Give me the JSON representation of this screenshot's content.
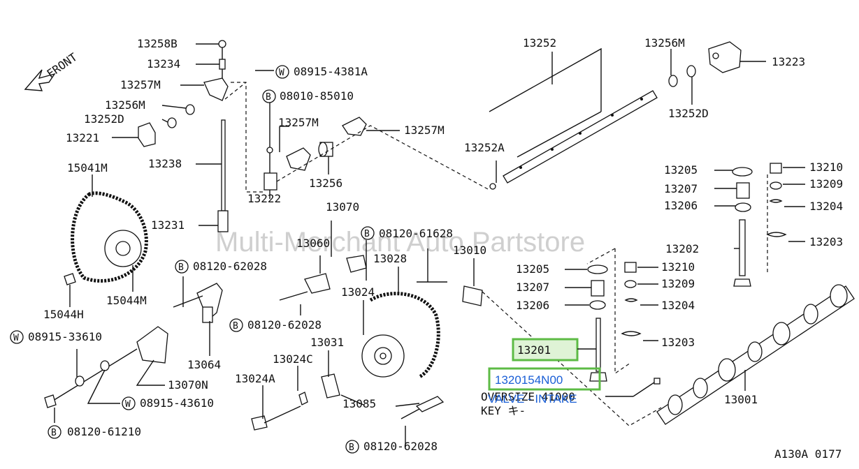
{
  "watermark": "Multi-Merchant Auto Partstore",
  "front_label": "FRONT",
  "footer_code": "A130A 0177",
  "callouts": {
    "13258B": "13258B",
    "13234": "13234",
    "13257M_a": "13257M",
    "13256M_a": "13256M",
    "13252D_a": "13252D",
    "13221": "13221",
    "13238": "13238",
    "15041M": "15041M",
    "13231": "13231",
    "15044H": "15044H",
    "15044M": "15044M",
    "W08915_4381A": "08915-4381A",
    "B08010_85010": "08010-85010",
    "13257M_b": "13257M",
    "13257M_c": "13257M",
    "13256": "13256",
    "13222": "13222",
    "13252": "13252",
    "13252A": "13252A",
    "13256M_b": "13256M",
    "13223": "13223",
    "13252D_b": "13252D",
    "13070": "13070",
    "13060": "13060",
    "B08120_61628": "08120-61628",
    "13010": "13010",
    "13028": "13028",
    "13024": "13024",
    "B08120_62028_a": "08120-62028",
    "B08120_62028_b": "08120-62028",
    "13064": "13064",
    "W08915_33610": "08915-33610",
    "13070N": "13070N",
    "13024C": "13024C",
    "13031": "13031",
    "13024A": "13024A",
    "W08915_43610": "08915-43610",
    "B08120_61210": "08120-61210",
    "13085": "13085",
    "B08120_62028_c": "08120-62028",
    "13205_a": "13205",
    "13207_a": "13207",
    "13206_a": "13206",
    "13210_a": "13210",
    "13209_a": "13209",
    "13204_a": "13204",
    "13203_a": "13203",
    "13202": "13202",
    "13205_b": "13205",
    "13207_b": "13207",
    "13206_b": "13206",
    "13210_b": "13210",
    "13209_b": "13209",
    "13204_b": "13204",
    "13203_b": "13203",
    "13201": "13201",
    "13001": "13001"
  },
  "circle_letters": {
    "W": "W",
    "B": "B"
  },
  "highlight": {
    "ref": "13201",
    "part_number": "1320154N00",
    "description": "VALVE - INTAKE",
    "overlap_line1": "OVERSIZE 41000",
    "overlap_line2": "KEY    キ-"
  }
}
